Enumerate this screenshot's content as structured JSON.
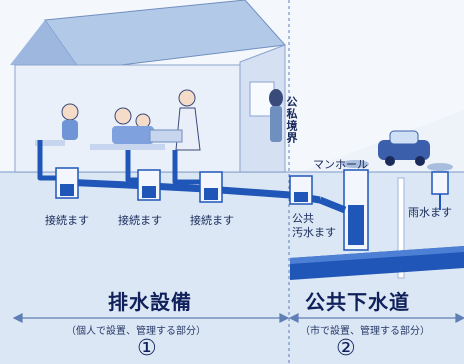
{
  "labels": {
    "boundary": "公私境界",
    "manhole": "マンホール",
    "connect_1": "接続ます",
    "connect_2": "接続ます",
    "connect_3": "接続ます",
    "public_box": "公共\n汚水ます",
    "rain_box": "雨水ます"
  },
  "sections": {
    "left_title": "排水設備",
    "left_note": "（個人で設置、管理する部分）",
    "left_number": "①",
    "right_title": "公共下水道",
    "right_note": "（市で設置、管理する部分）",
    "right_number": "②"
  },
  "colors": {
    "pipe": "#1f56b8",
    "soil": "#dbe7f5",
    "house": "#eaf0fa",
    "roof": "#b3c9e8",
    "ink": "#1a2a5a"
  }
}
